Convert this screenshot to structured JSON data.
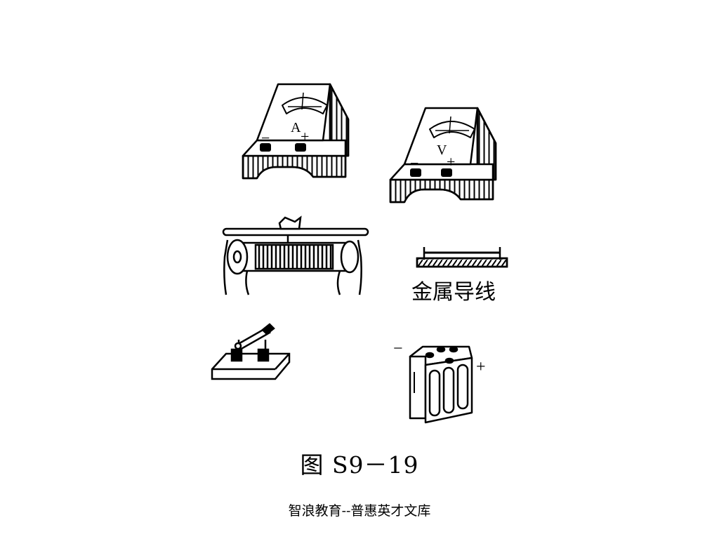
{
  "ammeter": {
    "symbol": "A",
    "minus": "−",
    "plus": "+"
  },
  "voltmeter": {
    "symbol": "V",
    "minus": "−",
    "plus": "+"
  },
  "wire": {
    "label": "金属导线"
  },
  "battery": {
    "minus": "−",
    "plus": "+"
  },
  "figure": {
    "caption": "图 S9－19"
  },
  "footer": {
    "text": "智浪教育--普惠英才文库"
  }
}
